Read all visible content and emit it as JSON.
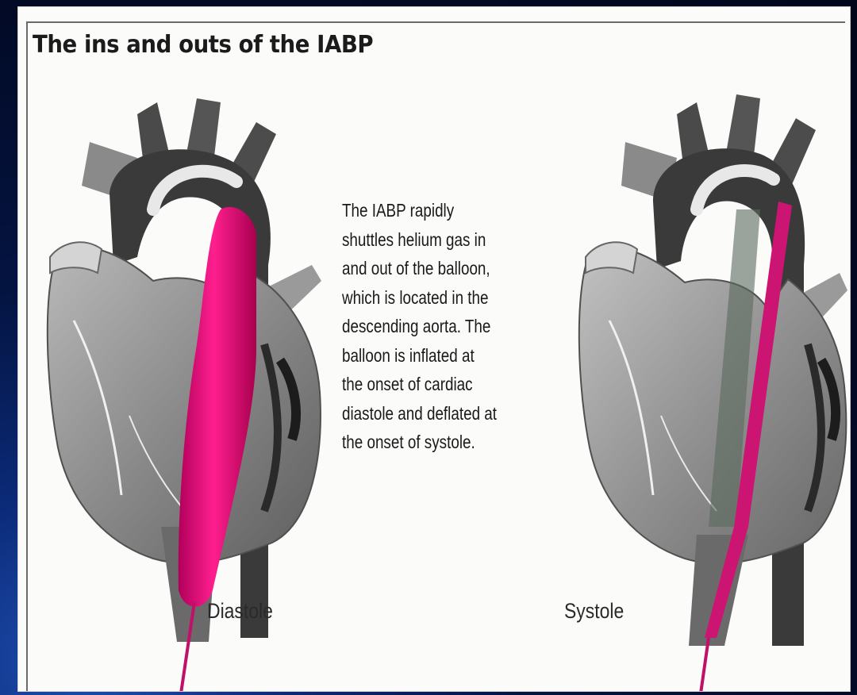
{
  "diagram": {
    "title": "The ins and outs of the IABP",
    "description_lines": [
      "The IABP rapidly",
      "shuttles helium gas in",
      "and out of the balloon,",
      "which is located in the",
      "descending aorta. The",
      "balloon is inflated at",
      "the onset of cardiac",
      "diastole and deflated at",
      "the onset of systole."
    ],
    "left_panel": {
      "label": "Diastole",
      "balloon_state": "inflated"
    },
    "right_panel": {
      "label": "Systole",
      "balloon_state": "deflated"
    },
    "colors": {
      "balloon": "#e0137a",
      "heart": "#8e8e8e",
      "aorta": "#3a3a3a",
      "background": "#041442"
    }
  }
}
